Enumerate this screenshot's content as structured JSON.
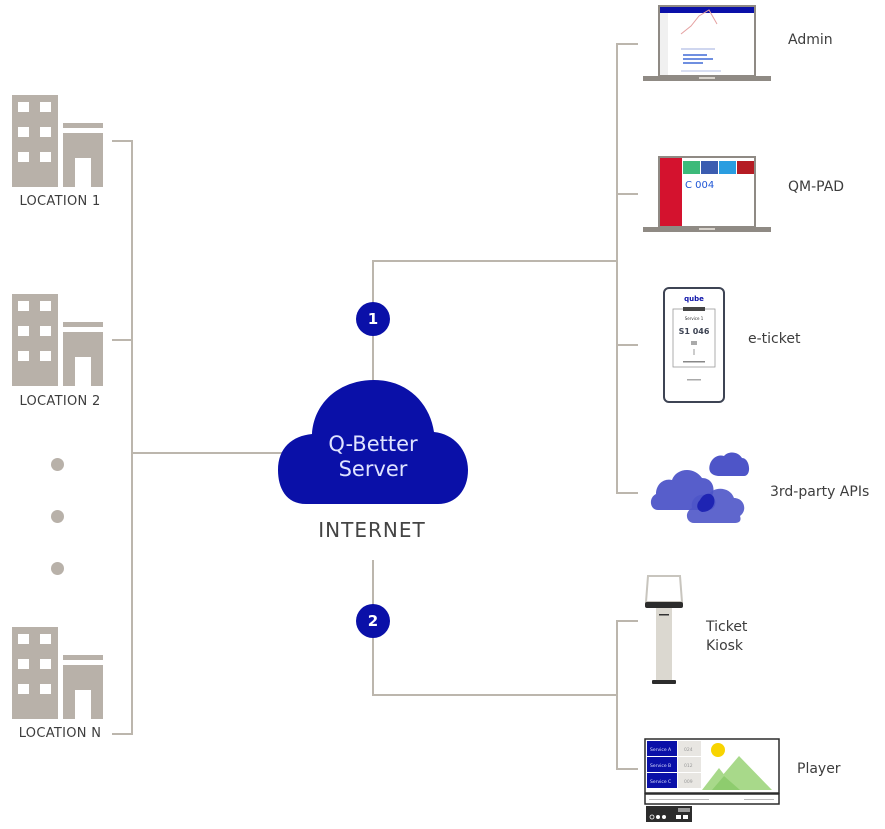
{
  "diagram": {
    "title": "Q-Better system architecture",
    "server": {
      "line1": "Q-Better",
      "line2": "Server",
      "caption": "INTERNET"
    },
    "badges": [
      "1",
      "2"
    ],
    "locations": [
      {
        "label": "LOCATION 1"
      },
      {
        "label": "LOCATION 2"
      },
      {
        "label": "LOCATION N"
      }
    ],
    "ellipsis_dots": 3,
    "devices_group_1": [
      {
        "label": "Admin"
      },
      {
        "label": "QM-PAD"
      },
      {
        "label": "e-ticket"
      },
      {
        "label": "3rd-party APIs"
      }
    ],
    "devices_group_2": [
      {
        "label_line1": "Ticket",
        "label_line2": "Kiosk"
      },
      {
        "label": "Player"
      }
    ],
    "qmpad_screen": {
      "ticket": "C 004"
    },
    "eticket_screen": {
      "brand": "qube",
      "service": "Service 1",
      "number": "S1 046"
    },
    "player_screen": {
      "rows": [
        {
          "service": "Service A",
          "number": "024"
        },
        {
          "service": "Service B",
          "number": "012"
        },
        {
          "service": "Service C",
          "number": "009"
        }
      ]
    },
    "colors": {
      "brand_blue": "#0a10a8",
      "connector_gray": "#bcb6ad",
      "building_gray": "#b8b1a9",
      "api_cloud": "#4e55c8"
    }
  }
}
